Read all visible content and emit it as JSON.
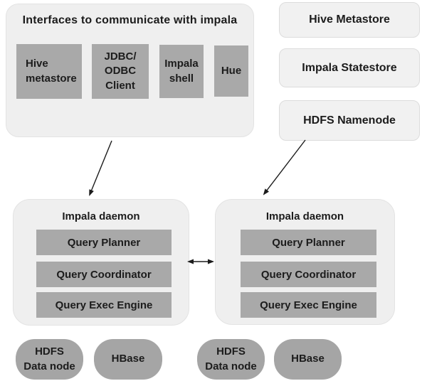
{
  "interfaces_panel": {
    "title": "Interfaces to communicate with impala",
    "boxes": [
      {
        "label": "Hive\nmetastore"
      },
      {
        "label": "JDBC/\nODBC\nClient"
      },
      {
        "label": "Impala\nshell"
      },
      {
        "label": "Hue"
      }
    ]
  },
  "services": [
    {
      "label": "Hive Metastore"
    },
    {
      "label": "Impala Statestore"
    },
    {
      "label": "HDFS Namenode"
    }
  ],
  "daemons": [
    {
      "title": "Impala daemon",
      "modules": [
        "Query Planner",
        "Query Coordinator",
        "Query Exec Engine"
      ]
    },
    {
      "title": "Impala daemon",
      "modules": [
        "Query Planner",
        "Query Coordinator",
        "Query Exec Engine"
      ]
    }
  ],
  "storage": [
    {
      "label": "HDFS\nData node"
    },
    {
      "label": "HBase"
    },
    {
      "label": "HDFS\nData node"
    },
    {
      "label": "HBase"
    }
  ],
  "colors": {
    "panel_fill": "#efefef",
    "panel_border": "#e3e3e3",
    "box_fill": "#a9a9a9",
    "oval_fill": "#a5a5a5",
    "service_fill": "#f1f1f1",
    "service_border": "#dcdcdc",
    "text": "#1c1c1c",
    "arrow": "#1c1c1c"
  }
}
